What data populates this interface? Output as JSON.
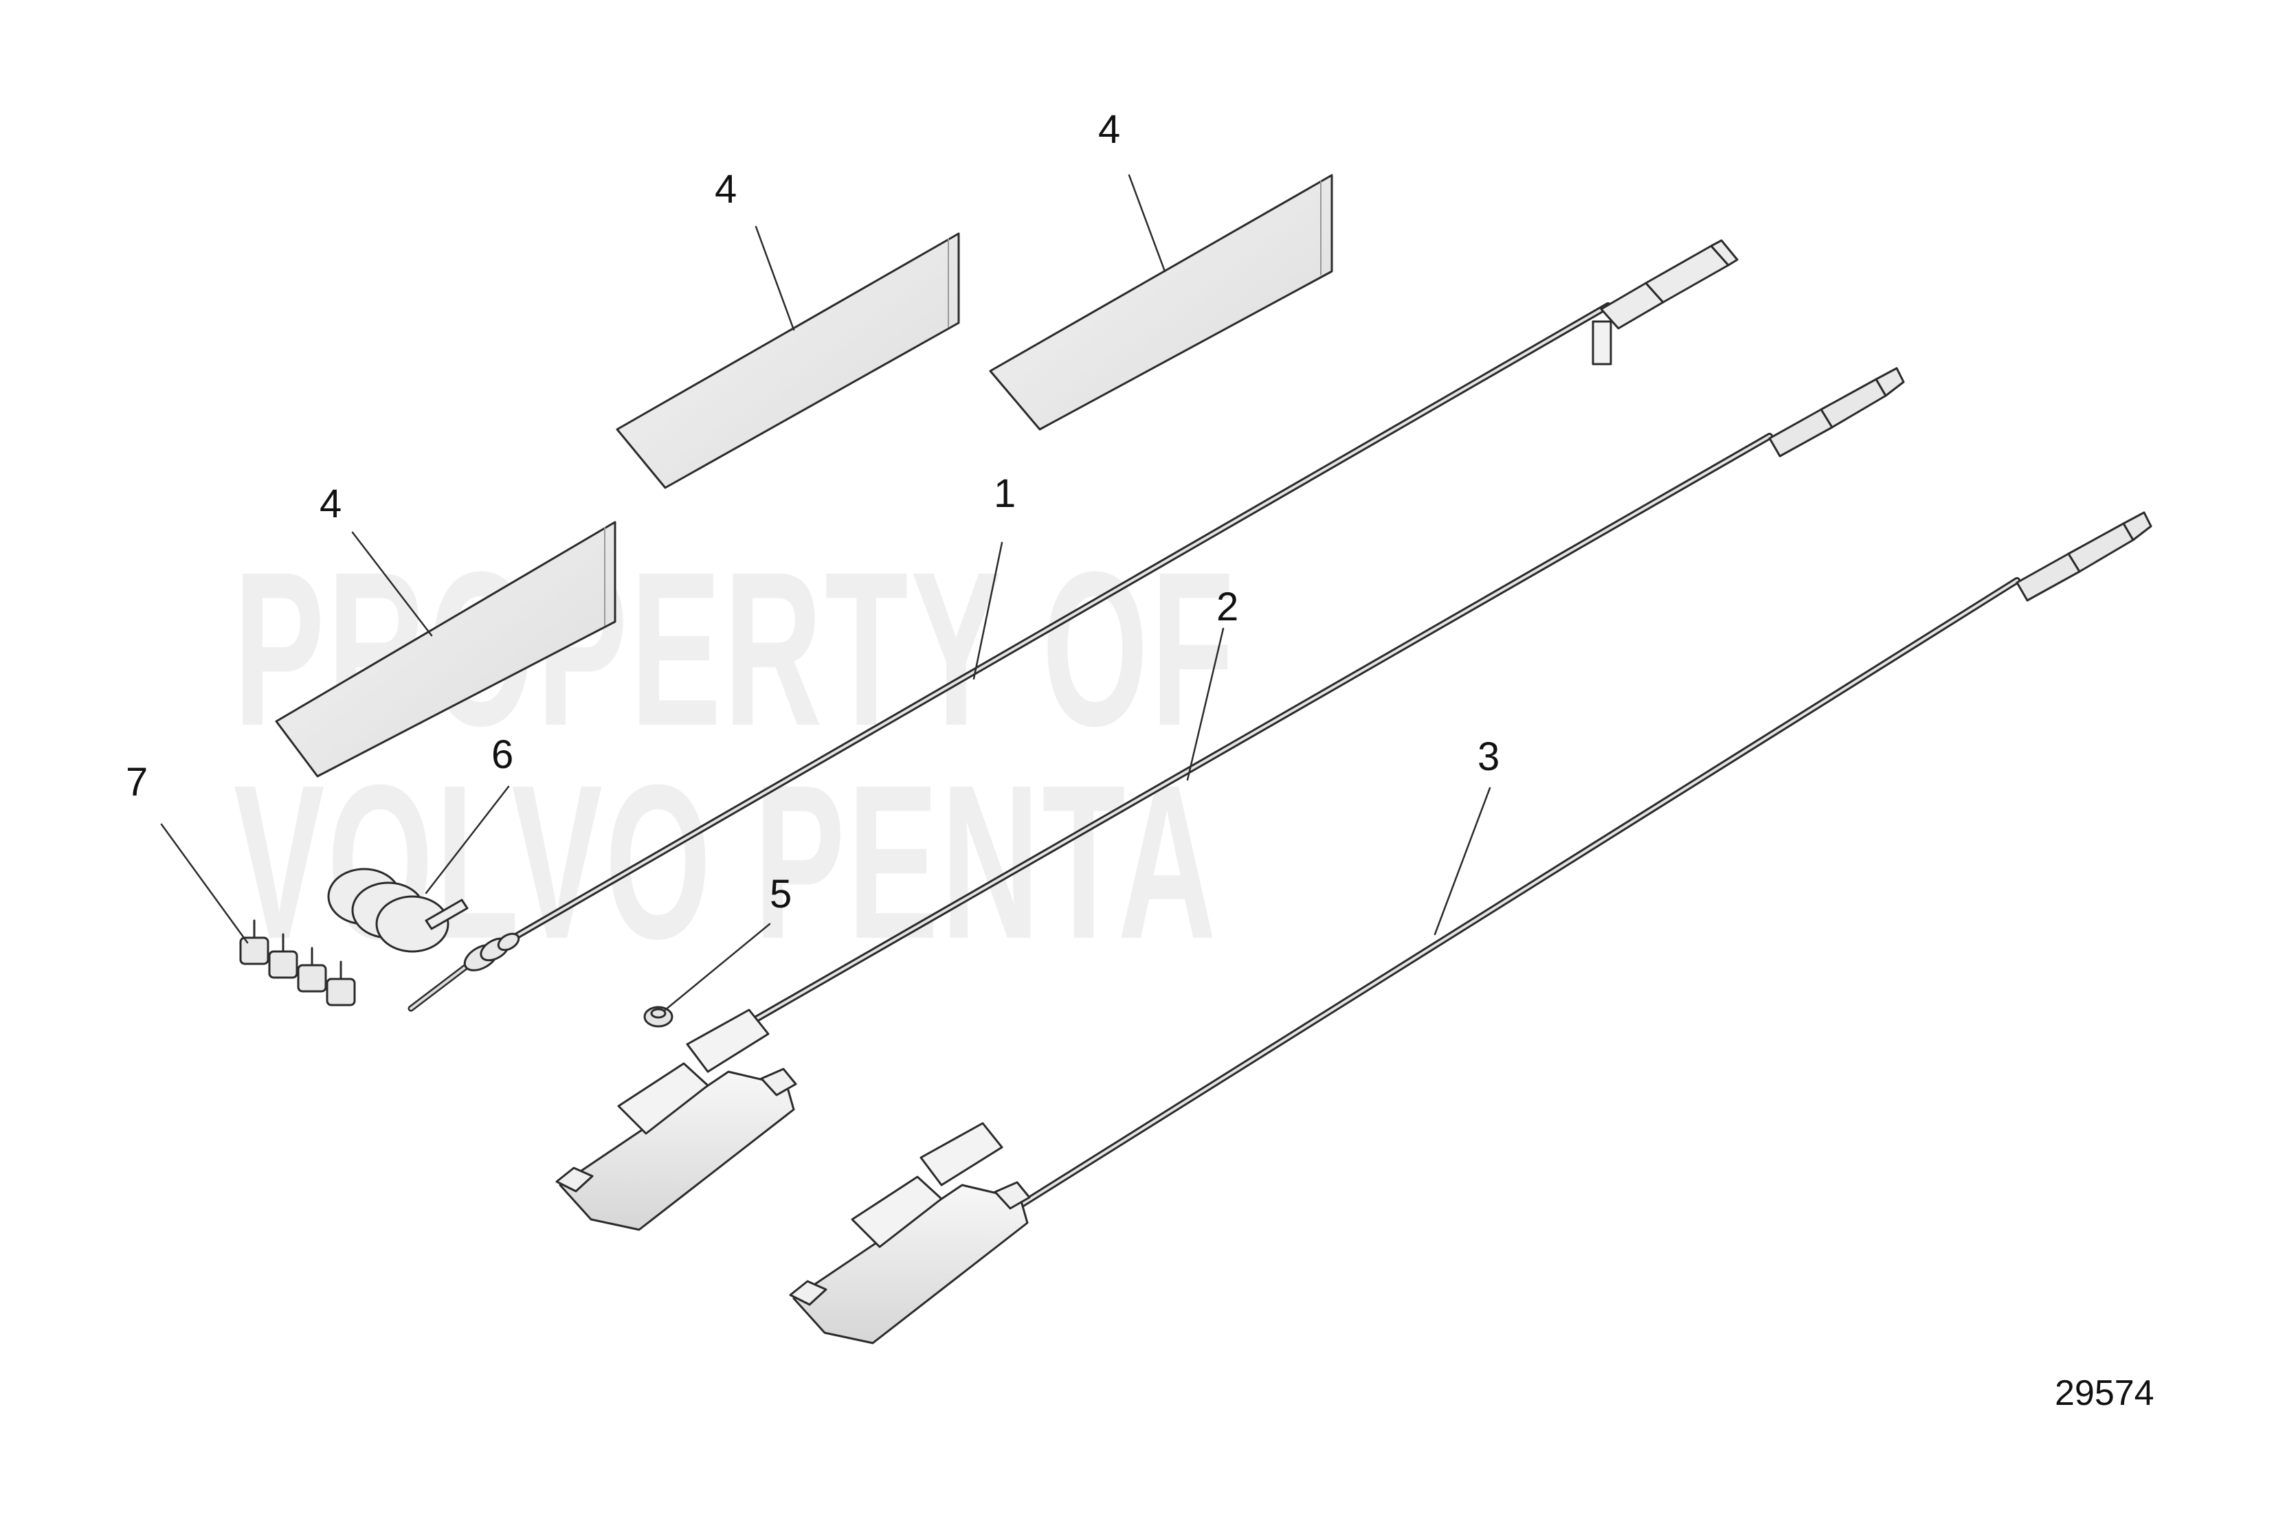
{
  "watermark": {
    "line1": "PROPERTY OF",
    "line2": "VOLVO PENTA"
  },
  "callouts": {
    "c1": "1",
    "c2": "2",
    "c3": "3",
    "c4a": "4",
    "c4b": "4",
    "c4c": "4",
    "c5": "5",
    "c6": "6",
    "c7": "7"
  },
  "reference_number": "29574",
  "colors": {
    "line": "#2b2b2b",
    "part_fill": "#e9e9e9",
    "shadow": "#cfcfcf",
    "watermark": "#efefef"
  }
}
